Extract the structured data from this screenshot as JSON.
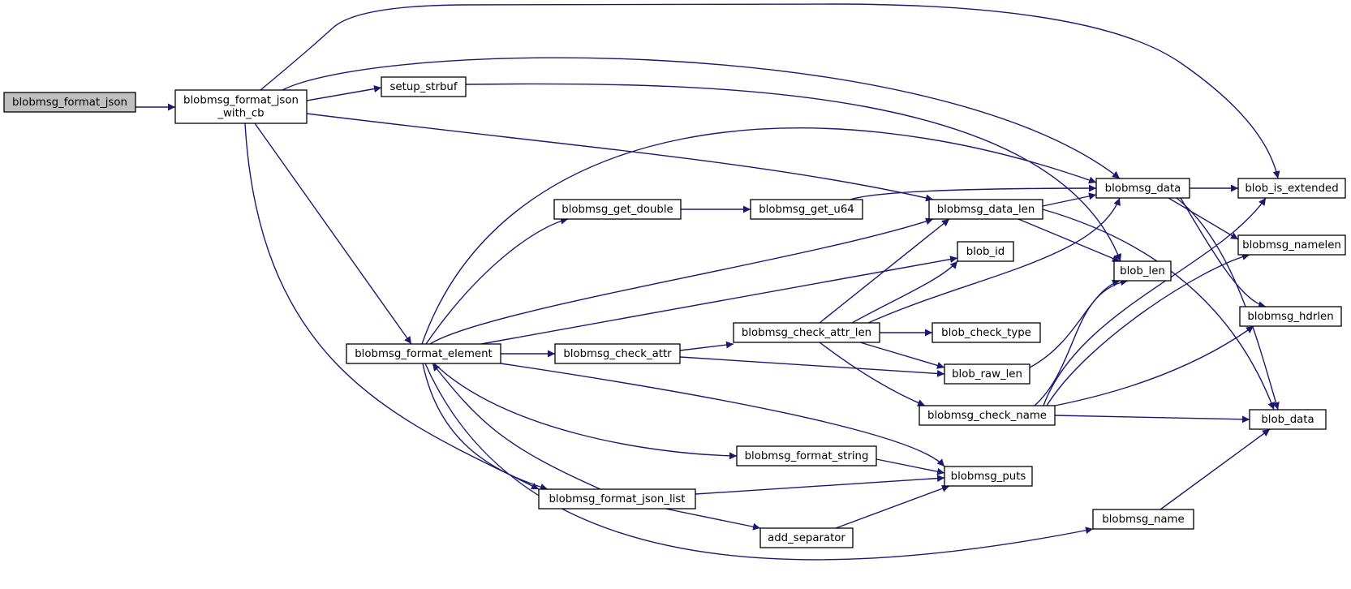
{
  "diagram": {
    "type": "call-graph",
    "edge_color": "#191970",
    "root_fill": "#bfbfbf",
    "nodes": [
      {
        "id": "blobmsg_format_json",
        "lines": [
          "blobmsg_format_json"
        ],
        "root": true
      },
      {
        "id": "blobmsg_format_json_with_cb",
        "lines": [
          "blobmsg_format_json",
          "_with_cb"
        ]
      },
      {
        "id": "setup_strbuf",
        "lines": [
          "setup_strbuf"
        ]
      },
      {
        "id": "blobmsg_format_element",
        "lines": [
          "blobmsg_format_element"
        ]
      },
      {
        "id": "blobmsg_get_double",
        "lines": [
          "blobmsg_get_double"
        ]
      },
      {
        "id": "blobmsg_get_u64",
        "lines": [
          "blobmsg_get_u64"
        ]
      },
      {
        "id": "blobmsg_check_attr",
        "lines": [
          "blobmsg_check_attr"
        ]
      },
      {
        "id": "blobmsg_check_attr_len",
        "lines": [
          "blobmsg_check_attr_len"
        ]
      },
      {
        "id": "blobmsg_format_string",
        "lines": [
          "blobmsg_format_string"
        ]
      },
      {
        "id": "blobmsg_format_json_list",
        "lines": [
          "blobmsg_format_json_list"
        ]
      },
      {
        "id": "add_separator",
        "lines": [
          "add_separator"
        ]
      },
      {
        "id": "blobmsg_data_len",
        "lines": [
          "blobmsg_data_len"
        ]
      },
      {
        "id": "blob_id",
        "lines": [
          "blob_id"
        ]
      },
      {
        "id": "blob_check_type",
        "lines": [
          "blob_check_type"
        ]
      },
      {
        "id": "blob_raw_len",
        "lines": [
          "blob_raw_len"
        ]
      },
      {
        "id": "blobmsg_check_name",
        "lines": [
          "blobmsg_check_name"
        ]
      },
      {
        "id": "blobmsg_puts",
        "lines": [
          "blobmsg_puts"
        ]
      },
      {
        "id": "blobmsg_name",
        "lines": [
          "blobmsg_name"
        ]
      },
      {
        "id": "blobmsg_data",
        "lines": [
          "blobmsg_data"
        ]
      },
      {
        "id": "blob_len",
        "lines": [
          "blob_len"
        ]
      },
      {
        "id": "blob_is_extended",
        "lines": [
          "blob_is_extended"
        ]
      },
      {
        "id": "blobmsg_namelen",
        "lines": [
          "blobmsg_namelen"
        ]
      },
      {
        "id": "blobmsg_hdrlen",
        "lines": [
          "blobmsg_hdrlen"
        ]
      },
      {
        "id": "blob_data",
        "lines": [
          "blob_data"
        ]
      }
    ],
    "edges": [
      {
        "from": "blobmsg_format_json",
        "to": "blobmsg_format_json_with_cb"
      },
      {
        "from": "blobmsg_format_json_with_cb",
        "to": "setup_strbuf"
      },
      {
        "from": "blobmsg_format_json_with_cb",
        "to": "blob_is_extended"
      },
      {
        "from": "blobmsg_format_json_with_cb",
        "to": "blobmsg_data"
      },
      {
        "from": "blobmsg_format_json_with_cb",
        "to": "blobmsg_data_len"
      },
      {
        "from": "blobmsg_format_json_with_cb",
        "to": "blobmsg_format_element"
      },
      {
        "from": "blobmsg_format_json_with_cb",
        "to": "blobmsg_format_json_list"
      },
      {
        "from": "setup_strbuf",
        "to": "blob_len"
      },
      {
        "from": "blobmsg_format_element",
        "to": "blobmsg_data"
      },
      {
        "from": "blobmsg_format_element",
        "to": "blobmsg_get_double"
      },
      {
        "from": "blobmsg_format_element",
        "to": "blobmsg_data_len"
      },
      {
        "from": "blobmsg_format_element",
        "to": "blob_id"
      },
      {
        "from": "blobmsg_format_element",
        "to": "blobmsg_check_attr"
      },
      {
        "from": "blobmsg_format_element",
        "to": "blobmsg_puts"
      },
      {
        "from": "blobmsg_format_element",
        "to": "blobmsg_format_string"
      },
      {
        "from": "blobmsg_format_element",
        "to": "blobmsg_format_json_list"
      },
      {
        "from": "blobmsg_format_element",
        "to": "blobmsg_name"
      },
      {
        "from": "blobmsg_get_double",
        "to": "blobmsg_get_u64"
      },
      {
        "from": "blobmsg_get_u64",
        "to": "blobmsg_data"
      },
      {
        "from": "blobmsg_check_attr",
        "to": "blobmsg_check_attr_len"
      },
      {
        "from": "blobmsg_check_attr",
        "to": "blob_raw_len"
      },
      {
        "from": "blobmsg_check_attr_len",
        "to": "blobmsg_data_len"
      },
      {
        "from": "blobmsg_check_attr_len",
        "to": "blob_id"
      },
      {
        "from": "blobmsg_check_attr_len",
        "to": "blobmsg_data"
      },
      {
        "from": "blobmsg_check_attr_len",
        "to": "blob_check_type"
      },
      {
        "from": "blobmsg_check_attr_len",
        "to": "blob_raw_len"
      },
      {
        "from": "blobmsg_check_attr_len",
        "to": "blobmsg_check_name"
      },
      {
        "from": "blobmsg_format_string",
        "to": "blobmsg_puts"
      },
      {
        "from": "blobmsg_format_json_list",
        "to": "blobmsg_format_element"
      },
      {
        "from": "blobmsg_format_json_list",
        "to": "blobmsg_puts"
      },
      {
        "from": "blobmsg_format_json_list",
        "to": "add_separator"
      },
      {
        "from": "add_separator",
        "to": "blobmsg_puts"
      },
      {
        "from": "blobmsg_data_len",
        "to": "blobmsg_data"
      },
      {
        "from": "blobmsg_data_len",
        "to": "blob_len"
      },
      {
        "from": "blobmsg_data_len",
        "to": "blob_data"
      },
      {
        "from": "blob_raw_len",
        "to": "blob_len"
      },
      {
        "from": "blobmsg_check_name",
        "to": "blob_len"
      },
      {
        "from": "blobmsg_check_name",
        "to": "blob_is_extended"
      },
      {
        "from": "blobmsg_check_name",
        "to": "blobmsg_namelen"
      },
      {
        "from": "blobmsg_check_name",
        "to": "blobmsg_hdrlen"
      },
      {
        "from": "blobmsg_check_name",
        "to": "blob_data"
      },
      {
        "from": "blobmsg_name",
        "to": "blob_data"
      },
      {
        "from": "blobmsg_data",
        "to": "blob_is_extended"
      },
      {
        "from": "blobmsg_data",
        "to": "blobmsg_namelen"
      },
      {
        "from": "blobmsg_data",
        "to": "blobmsg_hdrlen"
      },
      {
        "from": "blobmsg_data",
        "to": "blob_data"
      }
    ]
  }
}
